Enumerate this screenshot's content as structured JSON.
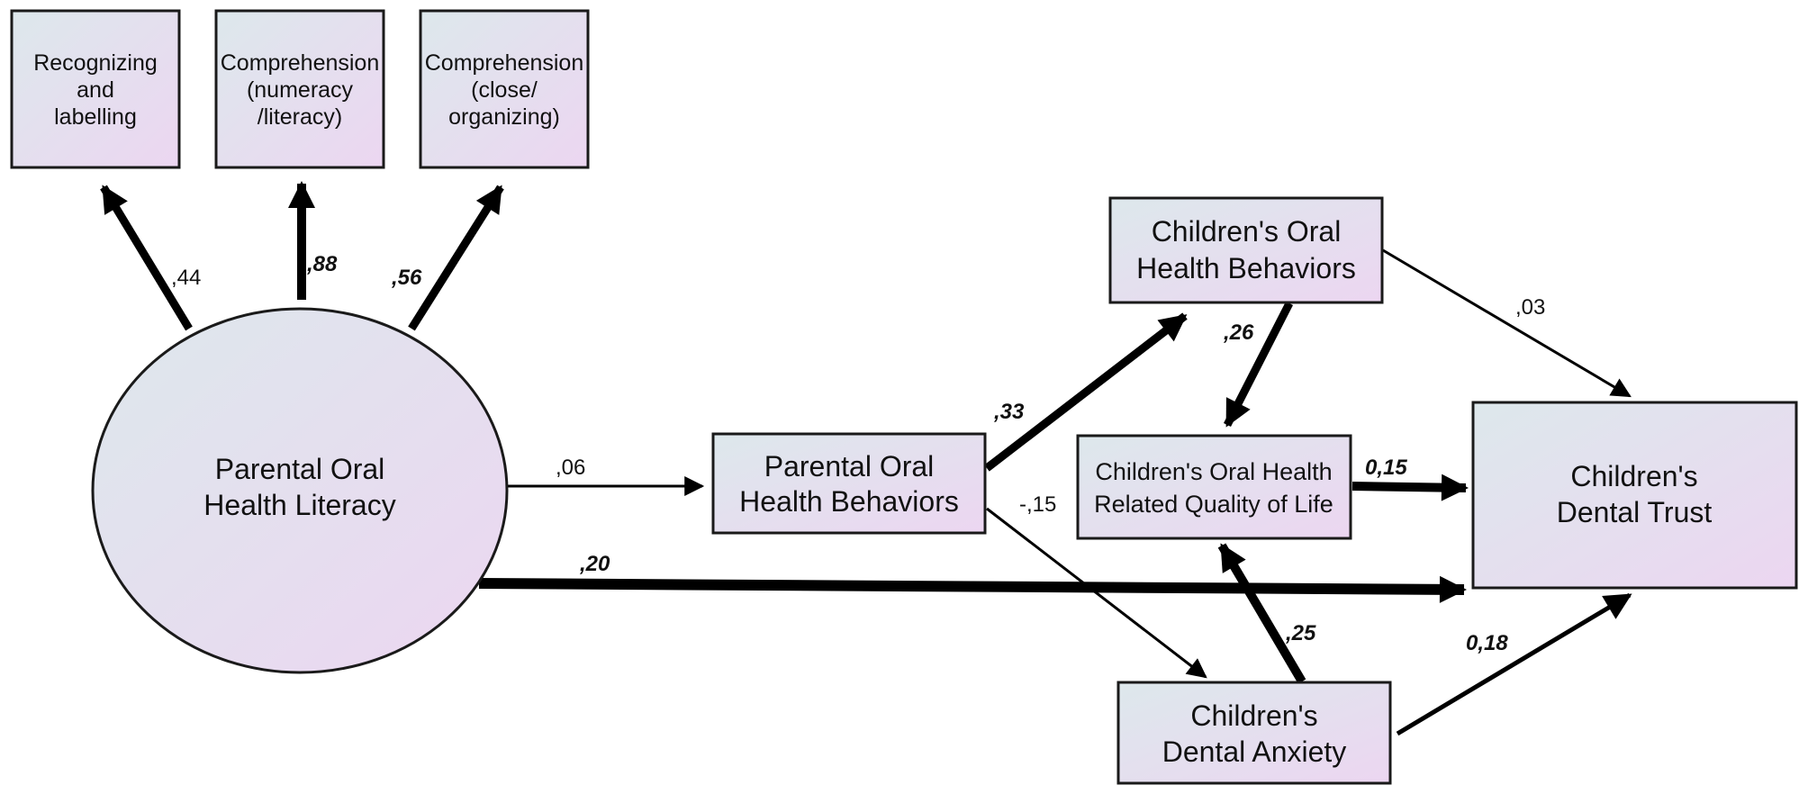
{
  "nodes": {
    "recognizing": {
      "lines": [
        "Recognizing",
        "and",
        "labelling"
      ]
    },
    "comp_numeracy": {
      "lines": [
        "Comprehension",
        "(numeracy",
        "/literacy)"
      ]
    },
    "comp_close": {
      "lines": [
        "Comprehension",
        "(close/",
        "organizing)"
      ]
    },
    "parental_literacy": {
      "lines": [
        "Parental Oral",
        "Health Literacy"
      ]
    },
    "parental_behaviors": {
      "lines": [
        "Parental Oral",
        "Health Behaviors"
      ]
    },
    "children_behaviors": {
      "lines": [
        "Children's Oral",
        "Health Behaviors"
      ]
    },
    "children_qol": {
      "lines": [
        "Children's Oral Health",
        "Related Quality of Life"
      ]
    },
    "children_anxiety": {
      "lines": [
        "Children's",
        "Dental Anxiety"
      ]
    },
    "children_trust": {
      "lines": [
        "Children's",
        "Dental Trust"
      ]
    }
  },
  "paths": {
    "literacy_to_recognizing": ",44",
    "literacy_to_numeracy": ",88",
    "literacy_to_close": ",56",
    "literacy_to_parental_behaviors": ",06",
    "literacy_to_trust": ",20",
    "parental_behaviors_to_children_behaviors": ",33",
    "parental_behaviors_to_anxiety": "-,15",
    "children_behaviors_to_qol": ",26",
    "children_behaviors_to_trust": ",03",
    "qol_to_trust": "0,15",
    "anxiety_to_qol": ",25",
    "anxiety_to_trust": "0,18"
  },
  "colors": {
    "node_fill_start": "#dde8ec",
    "node_fill_end": "#ecd6f1",
    "edge": "#000000"
  }
}
